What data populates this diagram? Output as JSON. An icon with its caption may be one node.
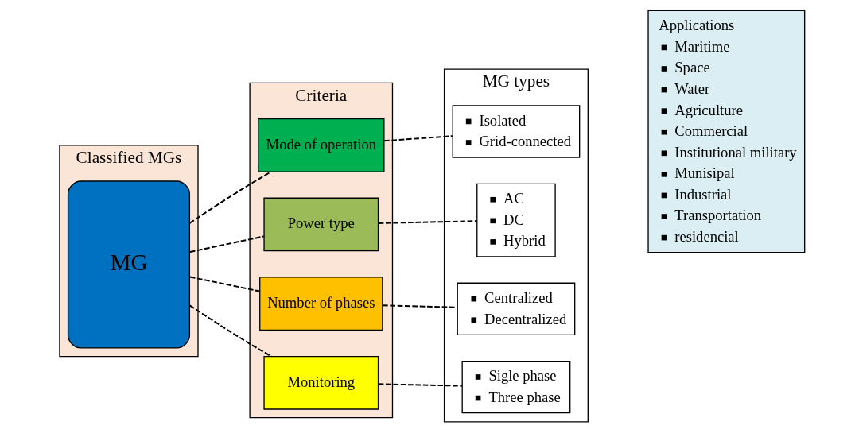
{
  "diagram": {
    "nodes": [
      {
        "text": [
          "Classified MGs"
        ]
      },
      {
        "text": [
          "MG"
        ],
        "in": 0
      },
      {
        "text": [
          "Criteria"
        ]
      },
      {
        "text": [
          "Mode of operation"
        ],
        "in": 2
      },
      {
        "text": [
          "Power type"
        ],
        "in": 2
      },
      {
        "text": [
          "Number of phases"
        ],
        "in": 2
      },
      {
        "text": [
          "Monitoring"
        ],
        "in": 2
      },
      {
        "text": [
          "MG types"
        ]
      },
      {
        "text": [
          "Isolated",
          "Grid-connected"
        ],
        "in": 7
      },
      {
        "text": [
          "AC",
          "DC",
          "Hybrid"
        ],
        "in": 7
      },
      {
        "text": [
          "Centralized",
          "Decentralized"
        ],
        "in": 7
      },
      {
        "text": [
          "Sigle phase",
          "Three phase"
        ],
        "in": 7
      },
      {
        "text": [
          "Applications",
          "Maritime",
          "Space",
          "Water",
          "Agriculture",
          "Commercial",
          "Institutional military",
          "Munisipal",
          "Industrial",
          "Transportation",
          "residencial"
        ]
      }
    ],
    "edges": [
      {
        "from": 1,
        "to": 3,
        "arrow": "none",
        "style": "dashed"
      },
      {
        "from": 1,
        "to": 4,
        "arrow": "none",
        "style": "dashed"
      },
      {
        "from": 1,
        "to": 5,
        "arrow": "none",
        "style": "dashed"
      },
      {
        "from": 1,
        "to": 6,
        "arrow": "none",
        "style": "dashed"
      },
      {
        "from": 3,
        "to": 8,
        "arrow": "none",
        "style": "dashed"
      },
      {
        "from": 4,
        "to": 9,
        "arrow": "none",
        "style": "dashed"
      },
      {
        "from": 5,
        "to": 10,
        "arrow": "none",
        "style": "dashed"
      },
      {
        "from": 6,
        "to": 11,
        "arrow": "none",
        "style": "dashed"
      }
    ]
  }
}
